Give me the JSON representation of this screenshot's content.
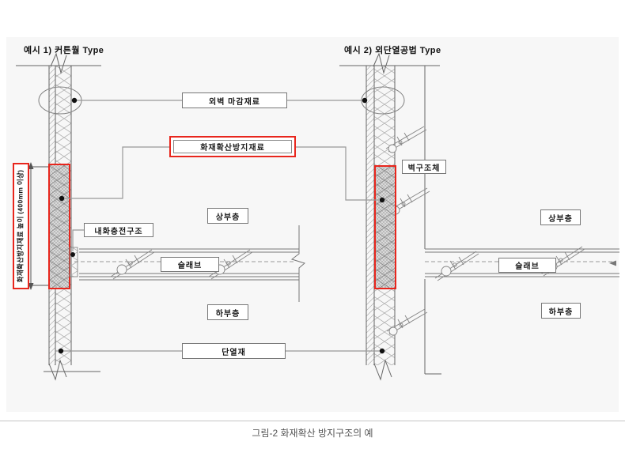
{
  "figure": {
    "caption": "그림-2 화재확산 방지구조의 예"
  },
  "examples": {
    "left": {
      "title": "예시 1) 커튼월 Type",
      "fire_resistant_filling": "내화충전구조",
      "upper_floor": "상부층",
      "slab": "슬래브",
      "lower_floor": "하부층"
    },
    "right": {
      "title": "예시 2) 외단열공법 Type",
      "wall_structure": "벽구조체",
      "upper_floor": "상부층",
      "slab": "슬래브",
      "lower_floor": "하부층"
    }
  },
  "callouts": {
    "wall_finish": "외벽 마감재료",
    "fire_spread_material": "화재확산방지재료",
    "insulation": "단열재",
    "height_dimension": "화재확산방지재료 높이 (400mm 이상)"
  },
  "colors": {
    "highlight_red": "#e8261d",
    "panel_bg": "#f7f7f7",
    "line_gray": "#777777"
  }
}
